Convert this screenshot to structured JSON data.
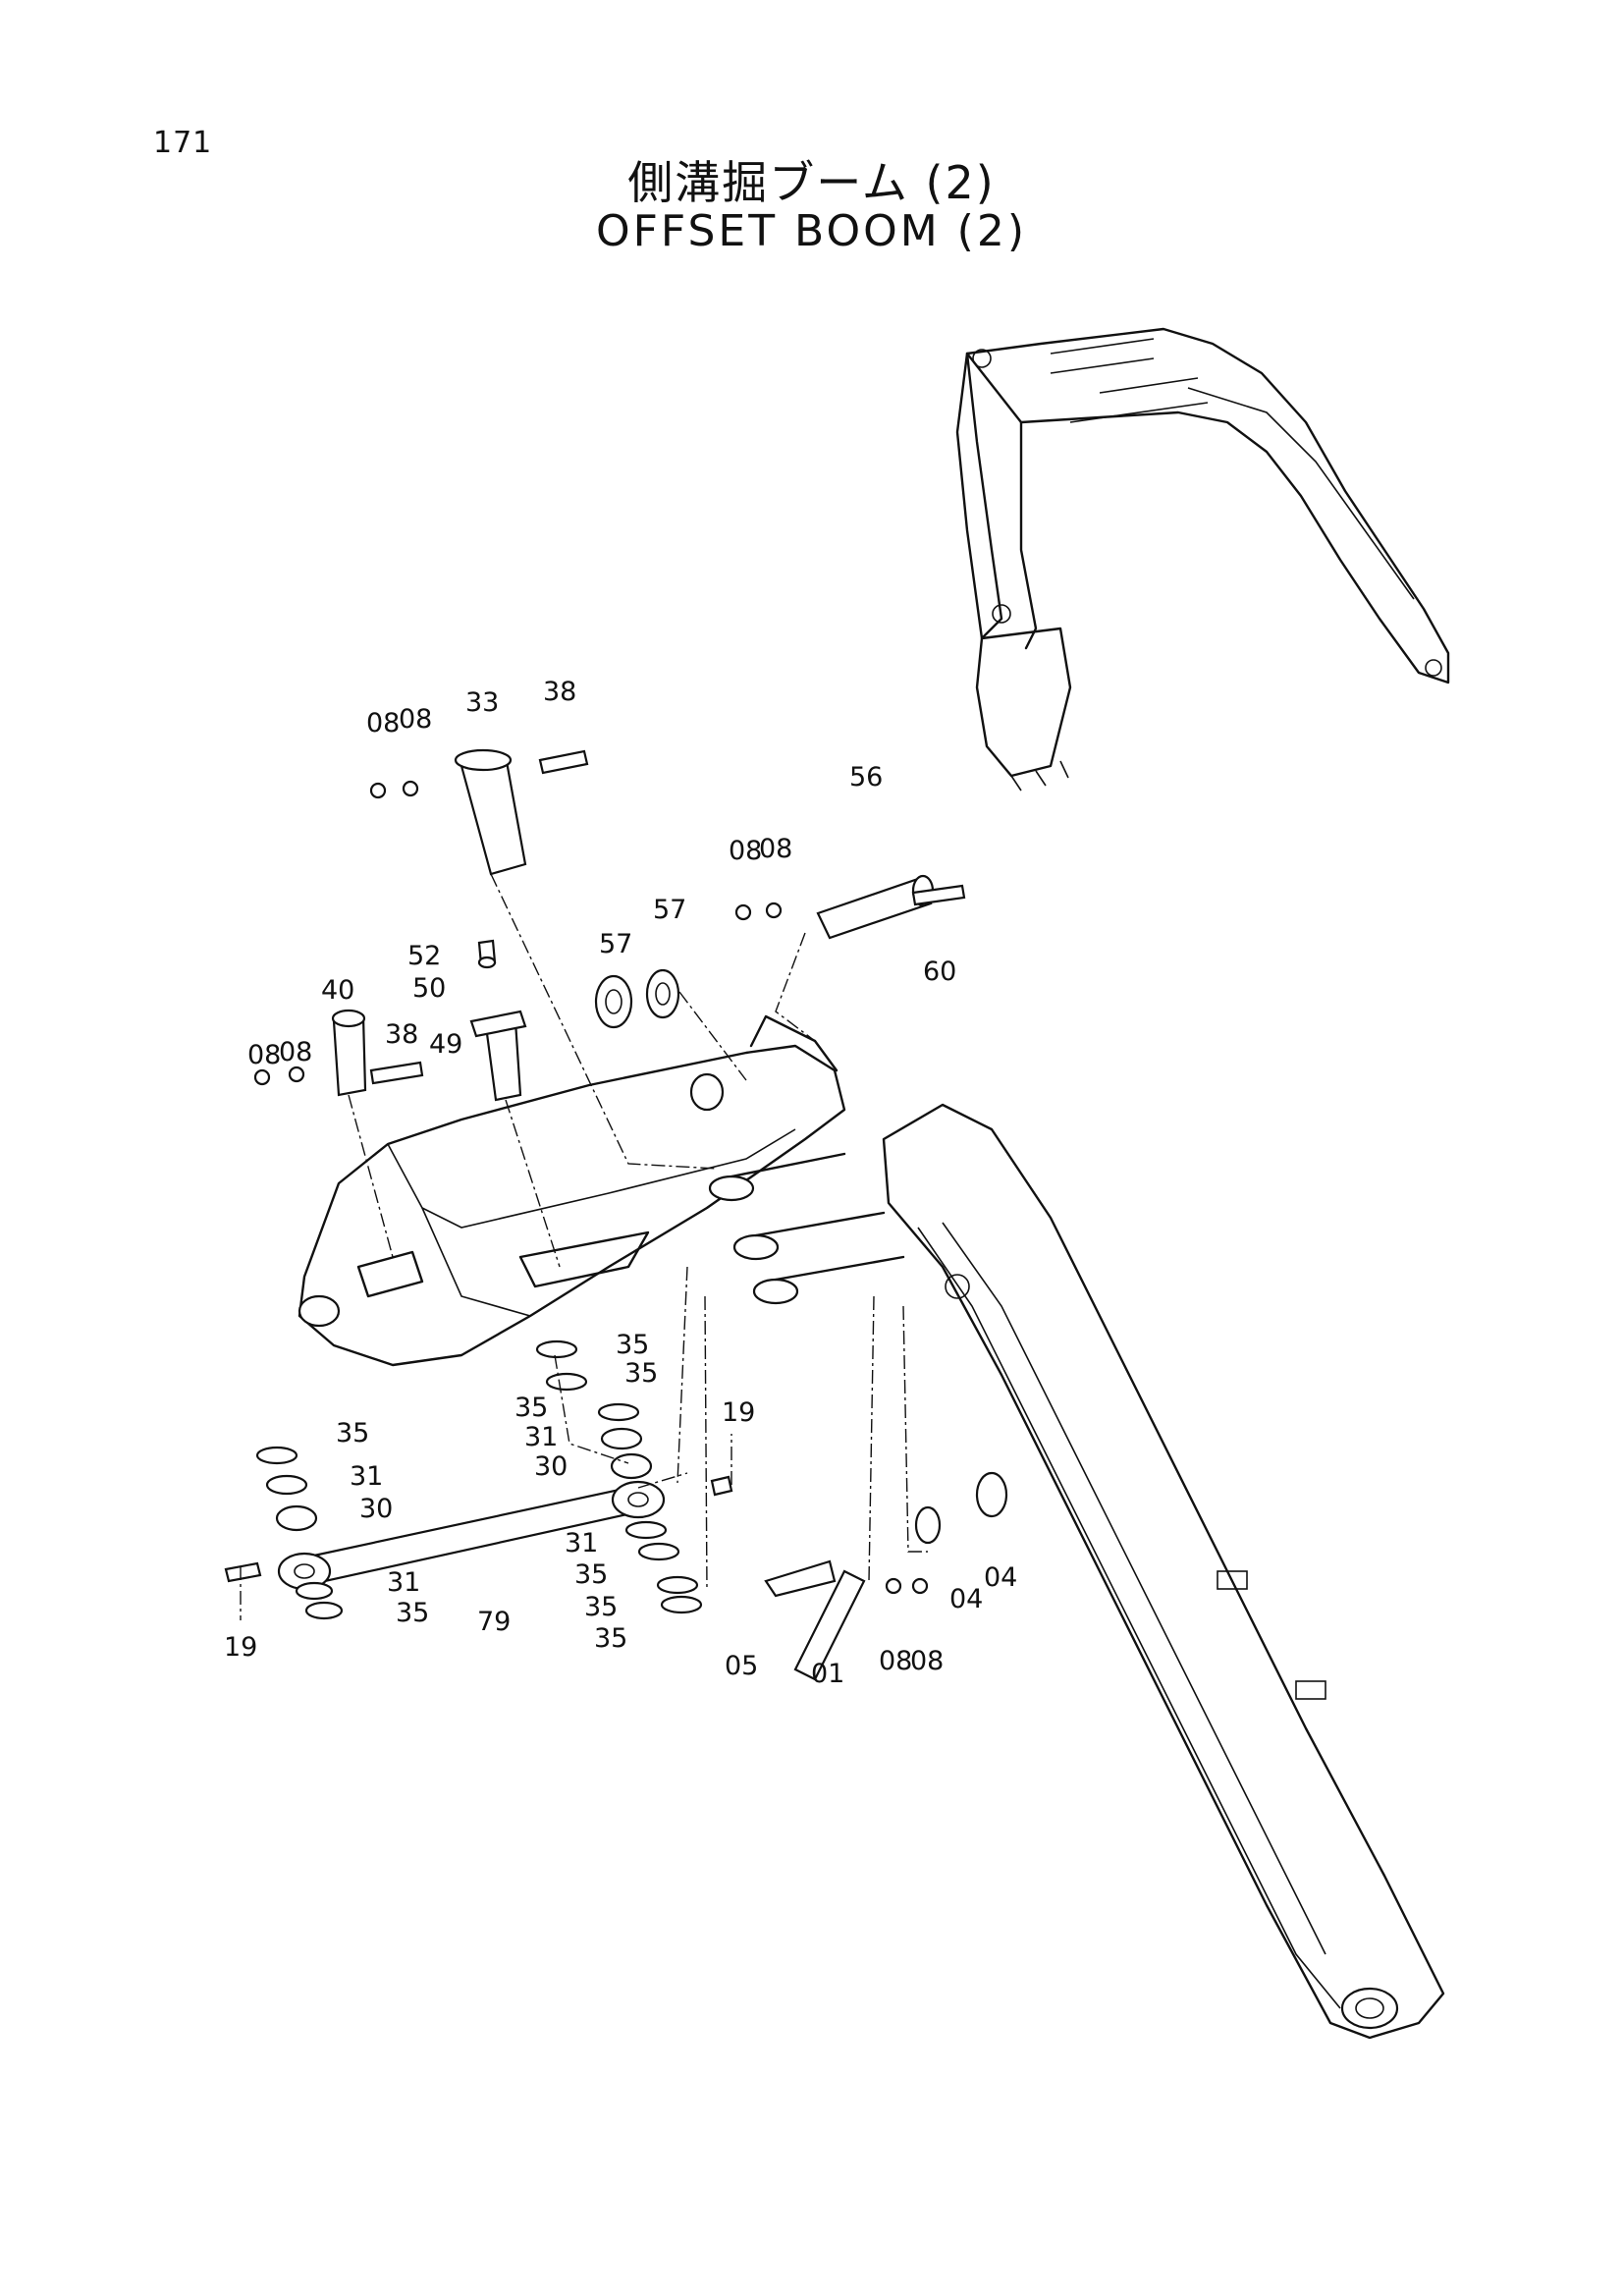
{
  "page_number": "171",
  "title_jp": "側溝掘ブーム (2)",
  "title_en": "OFFSET BOOM (2)",
  "callouts": [
    "08",
    "08",
    "33",
    "38",
    "56",
    "08",
    "08",
    "57",
    "57",
    "60",
    "52",
    "50",
    "40",
    "38",
    "49",
    "08",
    "08",
    "35",
    "35",
    "35",
    "35",
    "31",
    "30",
    "19",
    "31",
    "30",
    "31",
    "35",
    "79",
    "19",
    "31",
    "35",
    "35",
    "35",
    "05",
    "01",
    "08",
    "08",
    "04",
    "04"
  ]
}
